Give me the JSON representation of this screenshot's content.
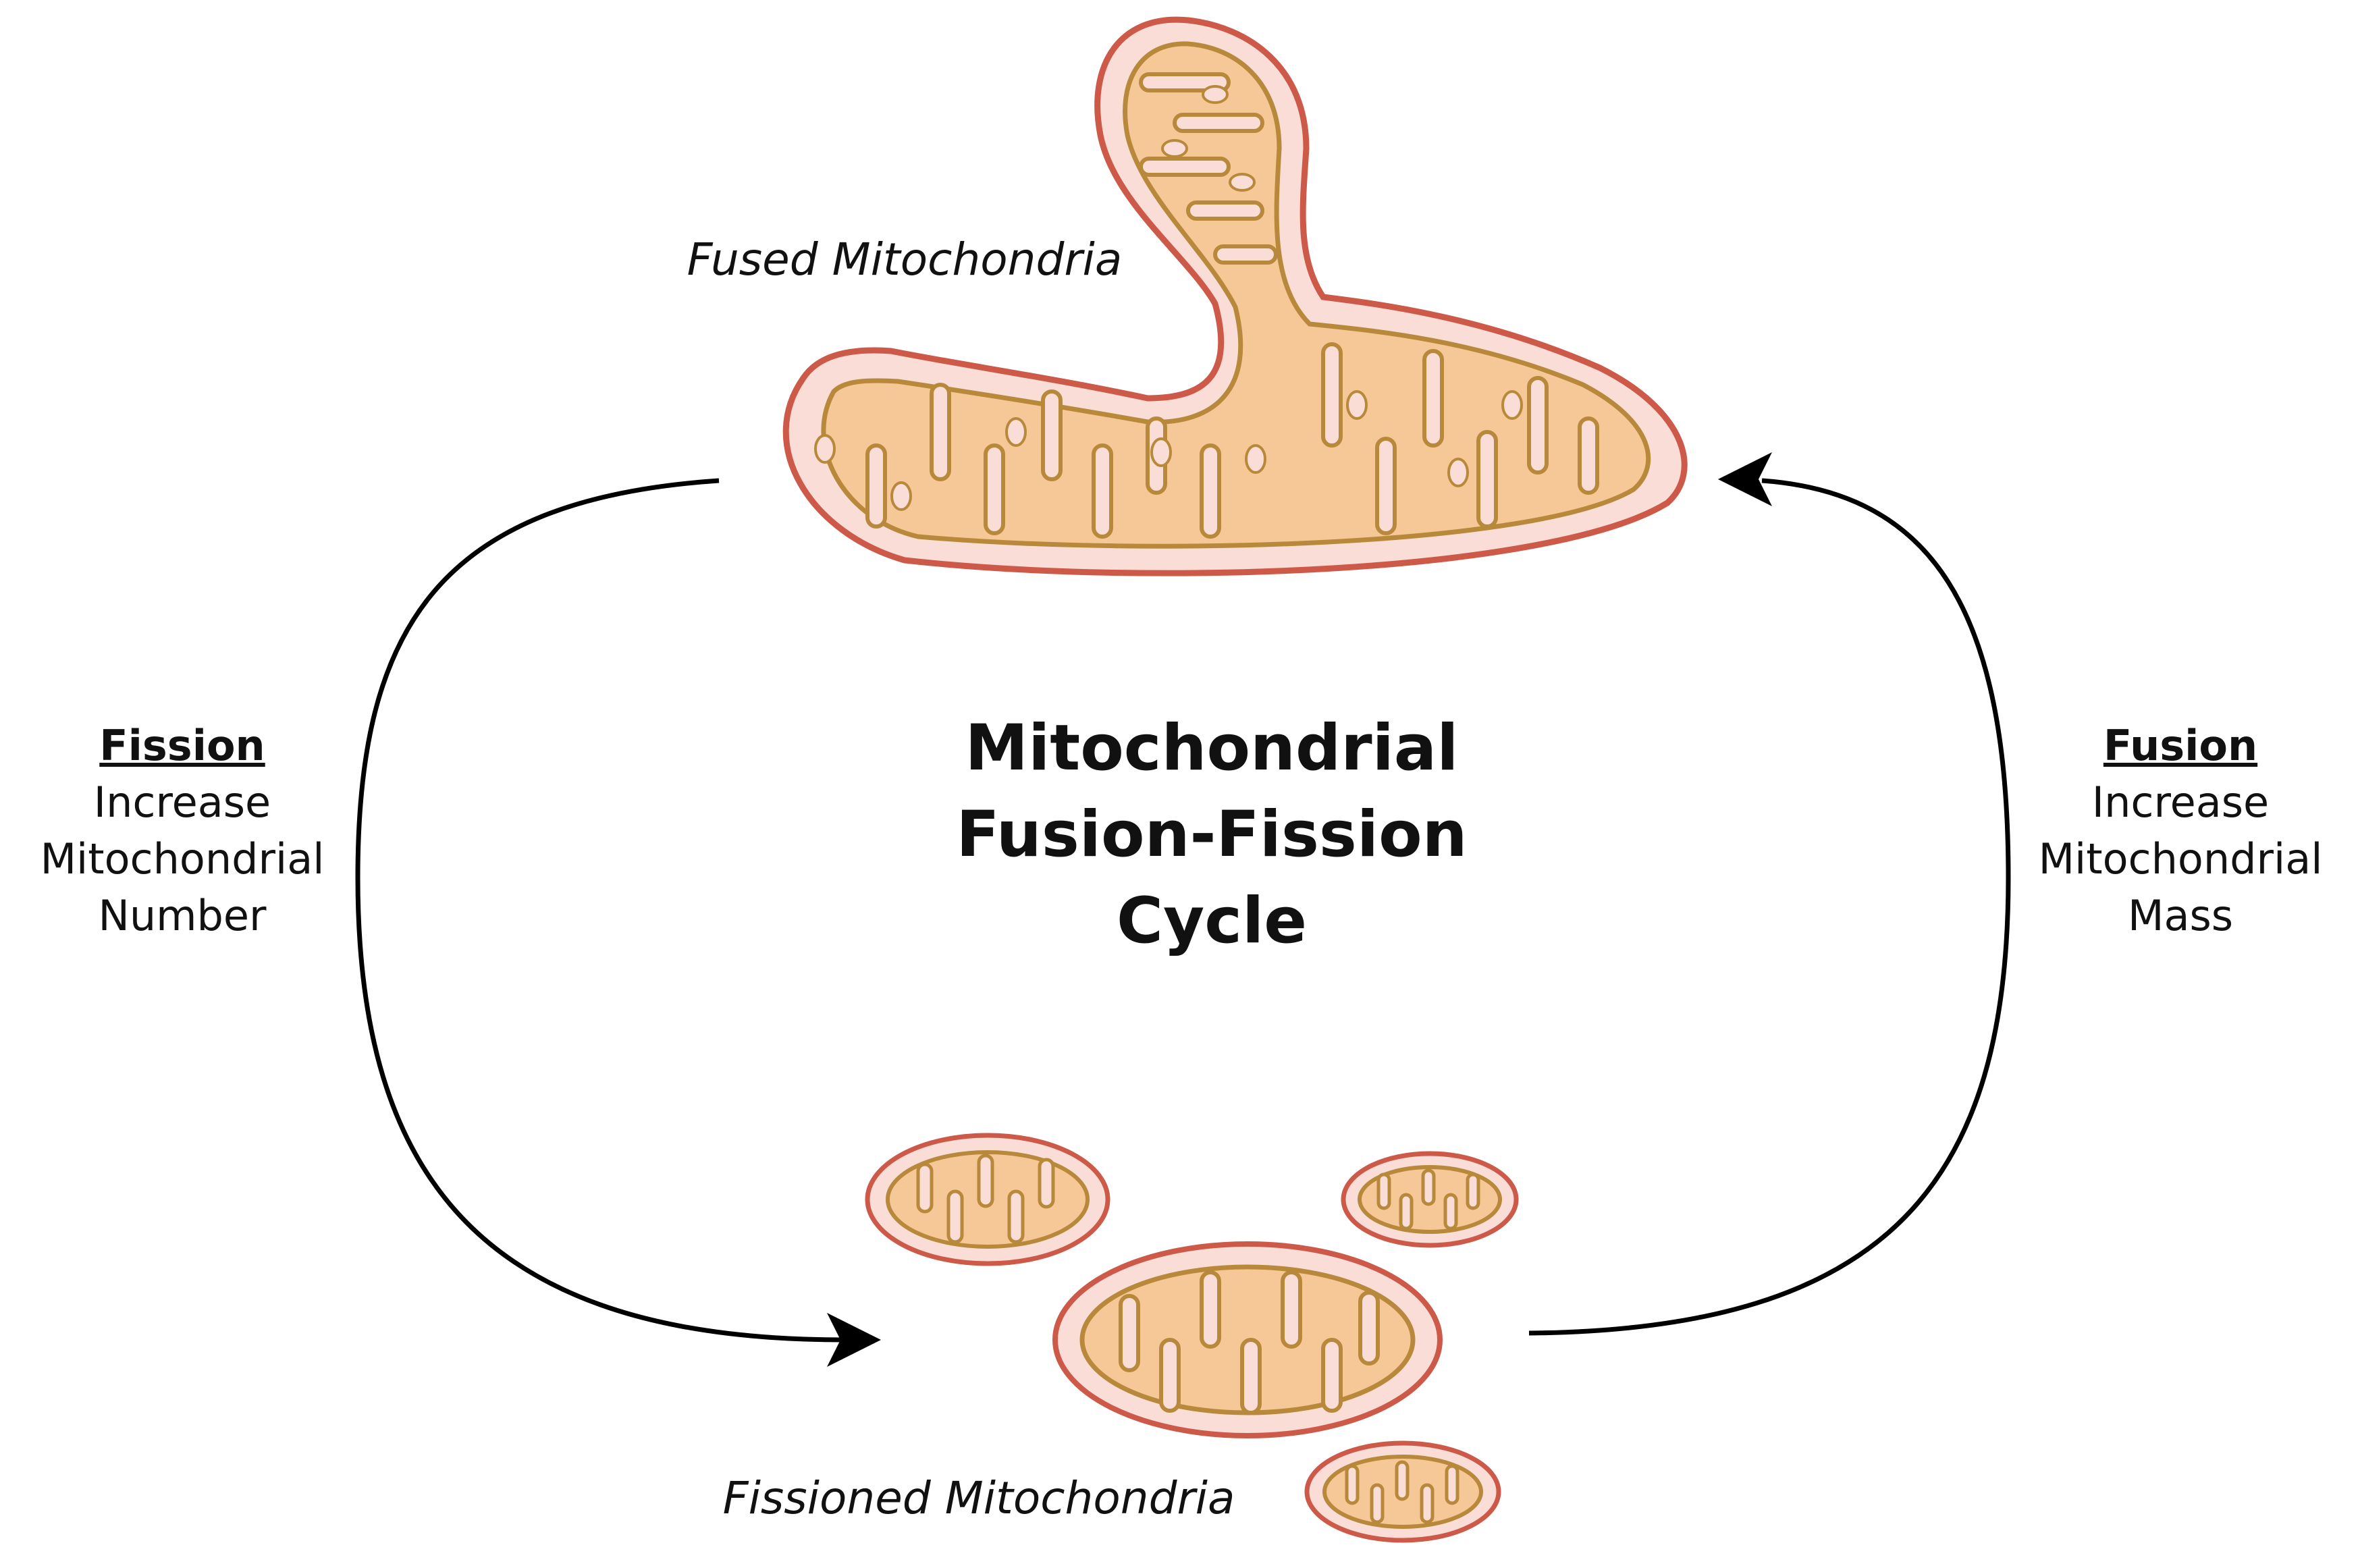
{
  "title": {
    "line1": "Mitochondrial",
    "line2": "Fusion-Fission",
    "line3": "Cycle"
  },
  "states": {
    "fused_label": "Fused Mitochondria",
    "fissioned_label": "Fissioned Mitochondria"
  },
  "fission": {
    "heading": "Fission",
    "line1": "Increase",
    "line2": "Mitochondrial",
    "line3": "Number"
  },
  "fusion": {
    "heading": "Fusion",
    "line1": "Increase",
    "line2": "Mitochondrial",
    "line3": "Mass"
  },
  "colors": {
    "outer_membrane": "#cd5a48",
    "intermembrane": "#f9ddd6",
    "inner_membrane": "#b8893a",
    "matrix": "#f7c897",
    "arrow": "#000000"
  }
}
